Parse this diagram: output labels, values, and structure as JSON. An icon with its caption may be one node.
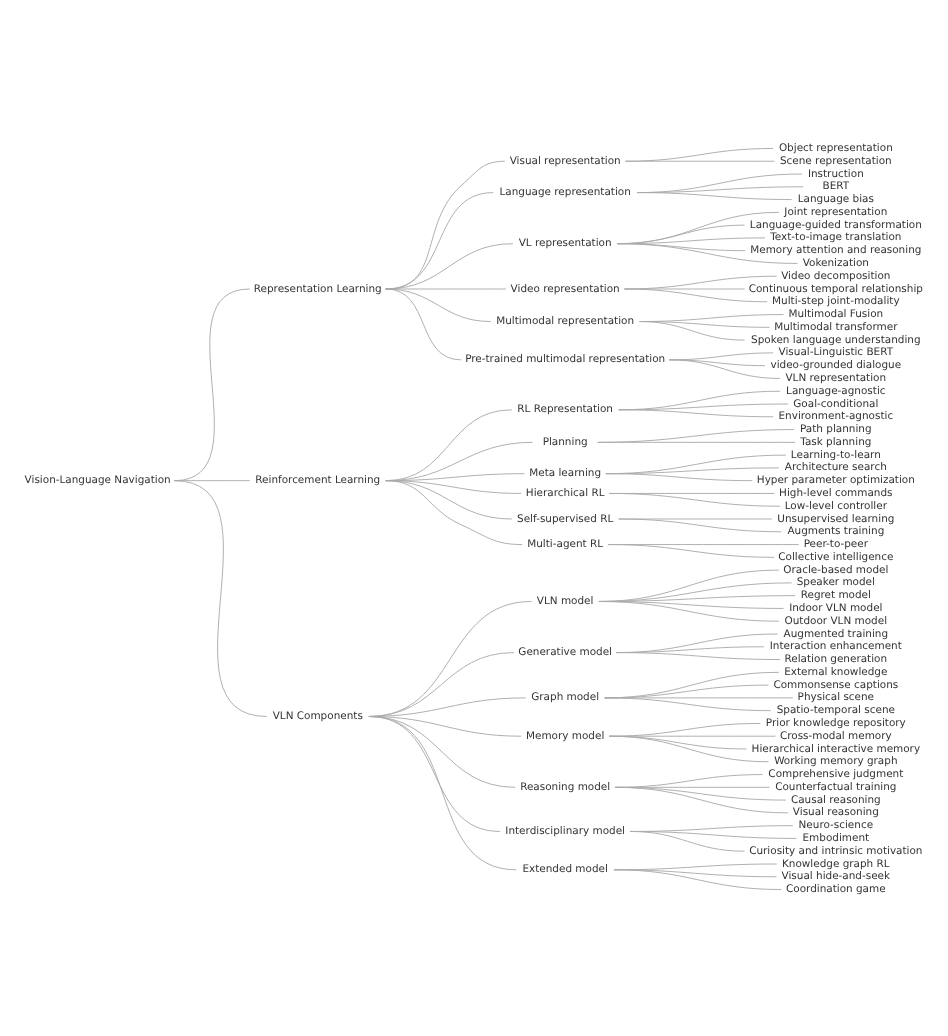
{
  "diagram": {
    "nodes": [
      {
        "text": [
          "Vision-Language Navigation"
        ]
      },
      {
        "text": [
          "Representation Learning"
        ]
      },
      {
        "text": [
          "Visual representation"
        ]
      },
      {
        "text": [
          "Object representation"
        ]
      },
      {
        "text": [
          "Scene representation"
        ]
      },
      {
        "text": [
          "Language representation"
        ]
      },
      {
        "text": [
          "Instruction"
        ]
      },
      {
        "text": [
          "BERT"
        ]
      },
      {
        "text": [
          "Language bias"
        ]
      },
      {
        "text": [
          "VL representation"
        ]
      },
      {
        "text": [
          "Joint representation"
        ]
      },
      {
        "text": [
          "Language-guided transformation"
        ]
      },
      {
        "text": [
          "Text-to-image translation"
        ]
      },
      {
        "text": [
          "Memory attention and reasoning"
        ]
      },
      {
        "text": [
          "Vokenization"
        ]
      },
      {
        "text": [
          "Video representation"
        ]
      },
      {
        "text": [
          "Video decomposition"
        ]
      },
      {
        "text": [
          "Continuous temporal relationship"
        ]
      },
      {
        "text": [
          "Multi-step joint-modality"
        ]
      },
      {
        "text": [
          "Multimodal representation"
        ]
      },
      {
        "text": [
          "Multimodal Fusion"
        ]
      },
      {
        "text": [
          "Multimodal transformer"
        ]
      },
      {
        "text": [
          "Spoken language understanding"
        ]
      },
      {
        "text": [
          "Pre-trained multimodal representation"
        ]
      },
      {
        "text": [
          "Visual-Linguistic BERT"
        ]
      },
      {
        "text": [
          "video-grounded dialogue"
        ]
      },
      {
        "text": [
          "VLN representation"
        ]
      },
      {
        "text": [
          "Reinforcement Learning"
        ]
      },
      {
        "text": [
          "RL Representation"
        ]
      },
      {
        "text": [
          "Language-agnostic"
        ]
      },
      {
        "text": [
          "Goal-conditional"
        ]
      },
      {
        "text": [
          "Environment-agnostic"
        ]
      },
      {
        "text": [
          "Planning"
        ]
      },
      {
        "text": [
          "Path planning"
        ]
      },
      {
        "text": [
          "Task planning"
        ]
      },
      {
        "text": [
          "Meta learning"
        ]
      },
      {
        "text": [
          "Learning-to-learn"
        ]
      },
      {
        "text": [
          "Architecture search"
        ]
      },
      {
        "text": [
          "Hyper parameter optimization"
        ]
      },
      {
        "text": [
          "Hierarchical RL"
        ]
      },
      {
        "text": [
          "High-level commands"
        ]
      },
      {
        "text": [
          "Low-level controller"
        ]
      },
      {
        "text": [
          "Self-supervised RL"
        ]
      },
      {
        "text": [
          "Unsupervised learning"
        ]
      },
      {
        "text": [
          "Augments training"
        ]
      },
      {
        "text": [
          "Multi-agent RL"
        ]
      },
      {
        "text": [
          "Peer-to-peer"
        ]
      },
      {
        "text": [
          "Collective intelligence"
        ]
      },
      {
        "text": [
          "VLN Components"
        ]
      },
      {
        "text": [
          "VLN model"
        ]
      },
      {
        "text": [
          "Oracle-based model"
        ]
      },
      {
        "text": [
          "Speaker model"
        ]
      },
      {
        "text": [
          "Regret model"
        ]
      },
      {
        "text": [
          "Indoor VLN model"
        ]
      },
      {
        "text": [
          "Outdoor VLN model"
        ]
      },
      {
        "text": [
          "Generative model"
        ]
      },
      {
        "text": [
          "Augmented training"
        ]
      },
      {
        "text": [
          "Interaction enhancement"
        ]
      },
      {
        "text": [
          "Relation generation"
        ]
      },
      {
        "text": [
          "Graph model"
        ]
      },
      {
        "text": [
          "External knowledge"
        ]
      },
      {
        "text": [
          "Commonsense captions"
        ]
      },
      {
        "text": [
          "Physical scene"
        ]
      },
      {
        "text": [
          "Spatio-temporal scene"
        ]
      },
      {
        "text": [
          "Memory model"
        ]
      },
      {
        "text": [
          "Prior knowledge repository"
        ]
      },
      {
        "text": [
          "Cross-modal memory"
        ]
      },
      {
        "text": [
          "Hierarchical interactive memory"
        ]
      },
      {
        "text": [
          "Working memory graph"
        ]
      },
      {
        "text": [
          "Reasoning model"
        ]
      },
      {
        "text": [
          "Comprehensive judgment"
        ]
      },
      {
        "text": [
          "Counterfactual training"
        ]
      },
      {
        "text": [
          "Causal reasoning"
        ]
      },
      {
        "text": [
          "Visual reasoning"
        ]
      },
      {
        "text": [
          "Interdisciplinary model"
        ]
      },
      {
        "text": [
          "Neuro-science"
        ]
      },
      {
        "text": [
          "Embodiment"
        ]
      },
      {
        "text": [
          "Curiosity and intrinsic motivation"
        ]
      },
      {
        "text": [
          "Extended model"
        ]
      },
      {
        "text": [
          "Knowledge graph RL"
        ]
      },
      {
        "text": [
          "Visual hide-and-seek"
        ]
      },
      {
        "text": [
          "Coordination game"
        ]
      }
    ],
    "edges": [
      {
        "from": 0,
        "to": 1,
        "arrow": "none"
      },
      {
        "from": 0,
        "to": 27,
        "arrow": "none"
      },
      {
        "from": 0,
        "to": 48,
        "arrow": "none"
      },
      {
        "from": 1,
        "to": 2,
        "arrow": "none"
      },
      {
        "from": 1,
        "to": 5,
        "arrow": "none"
      },
      {
        "from": 1,
        "to": 9,
        "arrow": "none"
      },
      {
        "from": 1,
        "to": 15,
        "arrow": "none"
      },
      {
        "from": 1,
        "to": 19,
        "arrow": "none"
      },
      {
        "from": 1,
        "to": 23,
        "arrow": "none"
      },
      {
        "from": 2,
        "to": 3,
        "arrow": "none"
      },
      {
        "from": 2,
        "to": 4,
        "arrow": "none"
      },
      {
        "from": 5,
        "to": 6,
        "arrow": "none"
      },
      {
        "from": 5,
        "to": 7,
        "arrow": "none"
      },
      {
        "from": 5,
        "to": 8,
        "arrow": "none"
      },
      {
        "from": 9,
        "to": 10,
        "arrow": "none"
      },
      {
        "from": 9,
        "to": 11,
        "arrow": "none"
      },
      {
        "from": 9,
        "to": 12,
        "arrow": "none"
      },
      {
        "from": 9,
        "to": 13,
        "arrow": "none"
      },
      {
        "from": 9,
        "to": 14,
        "arrow": "none"
      },
      {
        "from": 15,
        "to": 16,
        "arrow": "none"
      },
      {
        "from": 15,
        "to": 17,
        "arrow": "none"
      },
      {
        "from": 15,
        "to": 18,
        "arrow": "none"
      },
      {
        "from": 19,
        "to": 20,
        "arrow": "none"
      },
      {
        "from": 19,
        "to": 21,
        "arrow": "none"
      },
      {
        "from": 19,
        "to": 22,
        "arrow": "none"
      },
      {
        "from": 23,
        "to": 24,
        "arrow": "none"
      },
      {
        "from": 23,
        "to": 25,
        "arrow": "none"
      },
      {
        "from": 23,
        "to": 26,
        "arrow": "none"
      },
      {
        "from": 27,
        "to": 28,
        "arrow": "none"
      },
      {
        "from": 27,
        "to": 32,
        "arrow": "none"
      },
      {
        "from": 27,
        "to": 35,
        "arrow": "none"
      },
      {
        "from": 27,
        "to": 39,
        "arrow": "none"
      },
      {
        "from": 27,
        "to": 42,
        "arrow": "none"
      },
      {
        "from": 27,
        "to": 45,
        "arrow": "none"
      },
      {
        "from": 28,
        "to": 29,
        "arrow": "none"
      },
      {
        "from": 28,
        "to": 30,
        "arrow": "none"
      },
      {
        "from": 28,
        "to": 31,
        "arrow": "none"
      },
      {
        "from": 32,
        "to": 33,
        "arrow": "none"
      },
      {
        "from": 32,
        "to": 34,
        "arrow": "none"
      },
      {
        "from": 35,
        "to": 36,
        "arrow": "none"
      },
      {
        "from": 35,
        "to": 37,
        "arrow": "none"
      },
      {
        "from": 35,
        "to": 38,
        "arrow": "none"
      },
      {
        "from": 39,
        "to": 40,
        "arrow": "none"
      },
      {
        "from": 39,
        "to": 41,
        "arrow": "none"
      },
      {
        "from": 42,
        "to": 43,
        "arrow": "none"
      },
      {
        "from": 42,
        "to": 44,
        "arrow": "none"
      },
      {
        "from": 45,
        "to": 46,
        "arrow": "none"
      },
      {
        "from": 45,
        "to": 47,
        "arrow": "none"
      },
      {
        "from": 48,
        "to": 49,
        "arrow": "none"
      },
      {
        "from": 48,
        "to": 55,
        "arrow": "none"
      },
      {
        "from": 48,
        "to": 59,
        "arrow": "none"
      },
      {
        "from": 48,
        "to": 64,
        "arrow": "none"
      },
      {
        "from": 48,
        "to": 69,
        "arrow": "none"
      },
      {
        "from": 48,
        "to": 74,
        "arrow": "none"
      },
      {
        "from": 48,
        "to": 78,
        "arrow": "none"
      },
      {
        "from": 49,
        "to": 50,
        "arrow": "none"
      },
      {
        "from": 49,
        "to": 51,
        "arrow": "none"
      },
      {
        "from": 49,
        "to": 52,
        "arrow": "none"
      },
      {
        "from": 49,
        "to": 53,
        "arrow": "none"
      },
      {
        "from": 49,
        "to": 54,
        "arrow": "none"
      },
      {
        "from": 55,
        "to": 56,
        "arrow": "none"
      },
      {
        "from": 55,
        "to": 57,
        "arrow": "none"
      },
      {
        "from": 55,
        "to": 58,
        "arrow": "none"
      },
      {
        "from": 59,
        "to": 60,
        "arrow": "none"
      },
      {
        "from": 59,
        "to": 61,
        "arrow": "none"
      },
      {
        "from": 59,
        "to": 62,
        "arrow": "none"
      },
      {
        "from": 59,
        "to": 63,
        "arrow": "none"
      },
      {
        "from": 64,
        "to": 65,
        "arrow": "none"
      },
      {
        "from": 64,
        "to": 66,
        "arrow": "none"
      },
      {
        "from": 64,
        "to": 67,
        "arrow": "none"
      },
      {
        "from": 64,
        "to": 68,
        "arrow": "none"
      },
      {
        "from": 69,
        "to": 70,
        "arrow": "none"
      },
      {
        "from": 69,
        "to": 71,
        "arrow": "none"
      },
      {
        "from": 69,
        "to": 72,
        "arrow": "none"
      },
      {
        "from": 69,
        "to": 73,
        "arrow": "none"
      },
      {
        "from": 74,
        "to": 75,
        "arrow": "none"
      },
      {
        "from": 74,
        "to": 76,
        "arrow": "none"
      },
      {
        "from": 74,
        "to": 77,
        "arrow": "none"
      },
      {
        "from": 78,
        "to": 79,
        "arrow": "none"
      },
      {
        "from": 78,
        "to": 80,
        "arrow": "none"
      },
      {
        "from": 78,
        "to": 81,
        "arrow": "none"
      }
    ]
  }
}
